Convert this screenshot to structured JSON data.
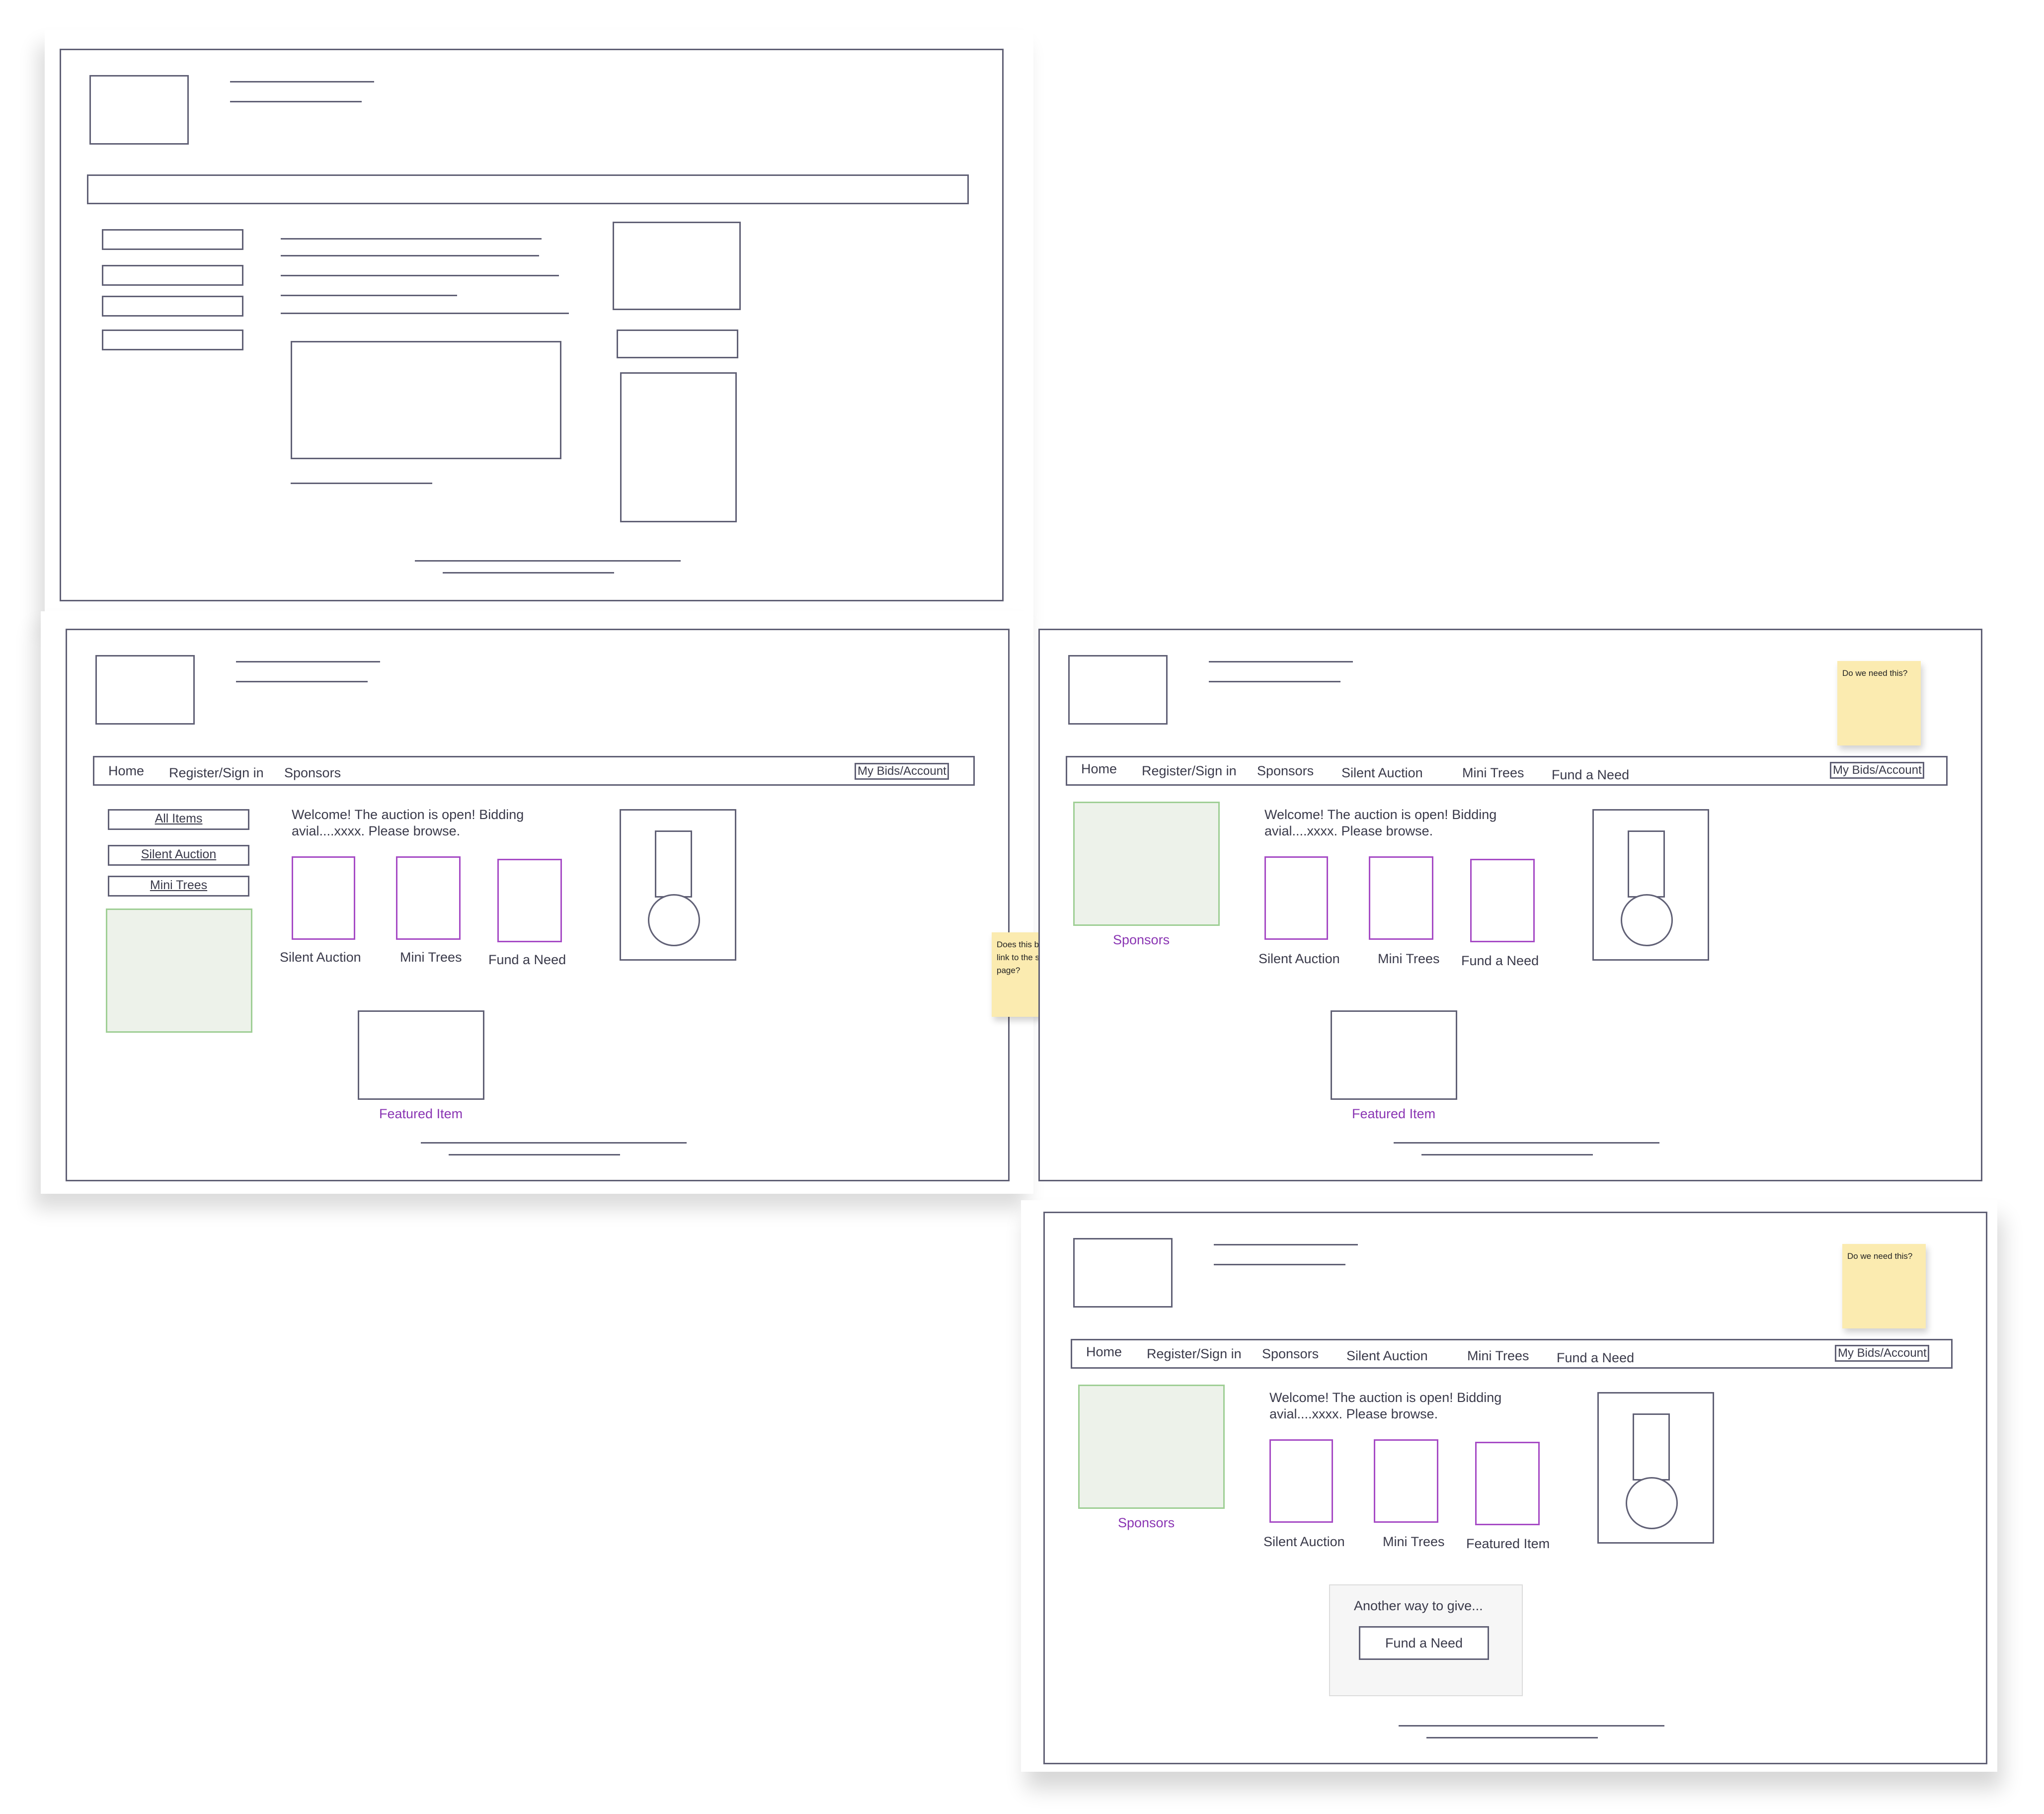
{
  "nav": {
    "home": "Home",
    "register": "Register/Sign in",
    "sponsors": "Sponsors",
    "silent_auction": "Silent Auction",
    "mini_trees": "Mini Trees",
    "fund_a_need": "Fund a Need",
    "account": "My Bids/Account"
  },
  "sidebar": {
    "items": [
      "All Items",
      "Silent Auction",
      "Mini Trees"
    ]
  },
  "welcome": {
    "line1": "Welcome! The auction is open! Bidding",
    "line2": "avial....xxxx. Please browse."
  },
  "categories_v1": [
    "Silent Auction",
    "Mini Trees",
    "Fund a Need"
  ],
  "categories_v3": [
    "Silent Auction",
    "Mini Trees",
    "Featured Item"
  ],
  "featured_label": "Featured Item",
  "sponsors_label": "Sponsors",
  "give": {
    "heading": "Another way to give...",
    "button": "Fund a Need"
  },
  "notes": {
    "do_we_need": "Do we need this?",
    "sponsors_link": "Does this become a link to the sponsors page?"
  },
  "colors": {
    "stroke": "#606075",
    "accent_purple": "#a64bc5",
    "sticky_yellow": "#fbebb0",
    "placeholder_green": "#edf2ea"
  }
}
